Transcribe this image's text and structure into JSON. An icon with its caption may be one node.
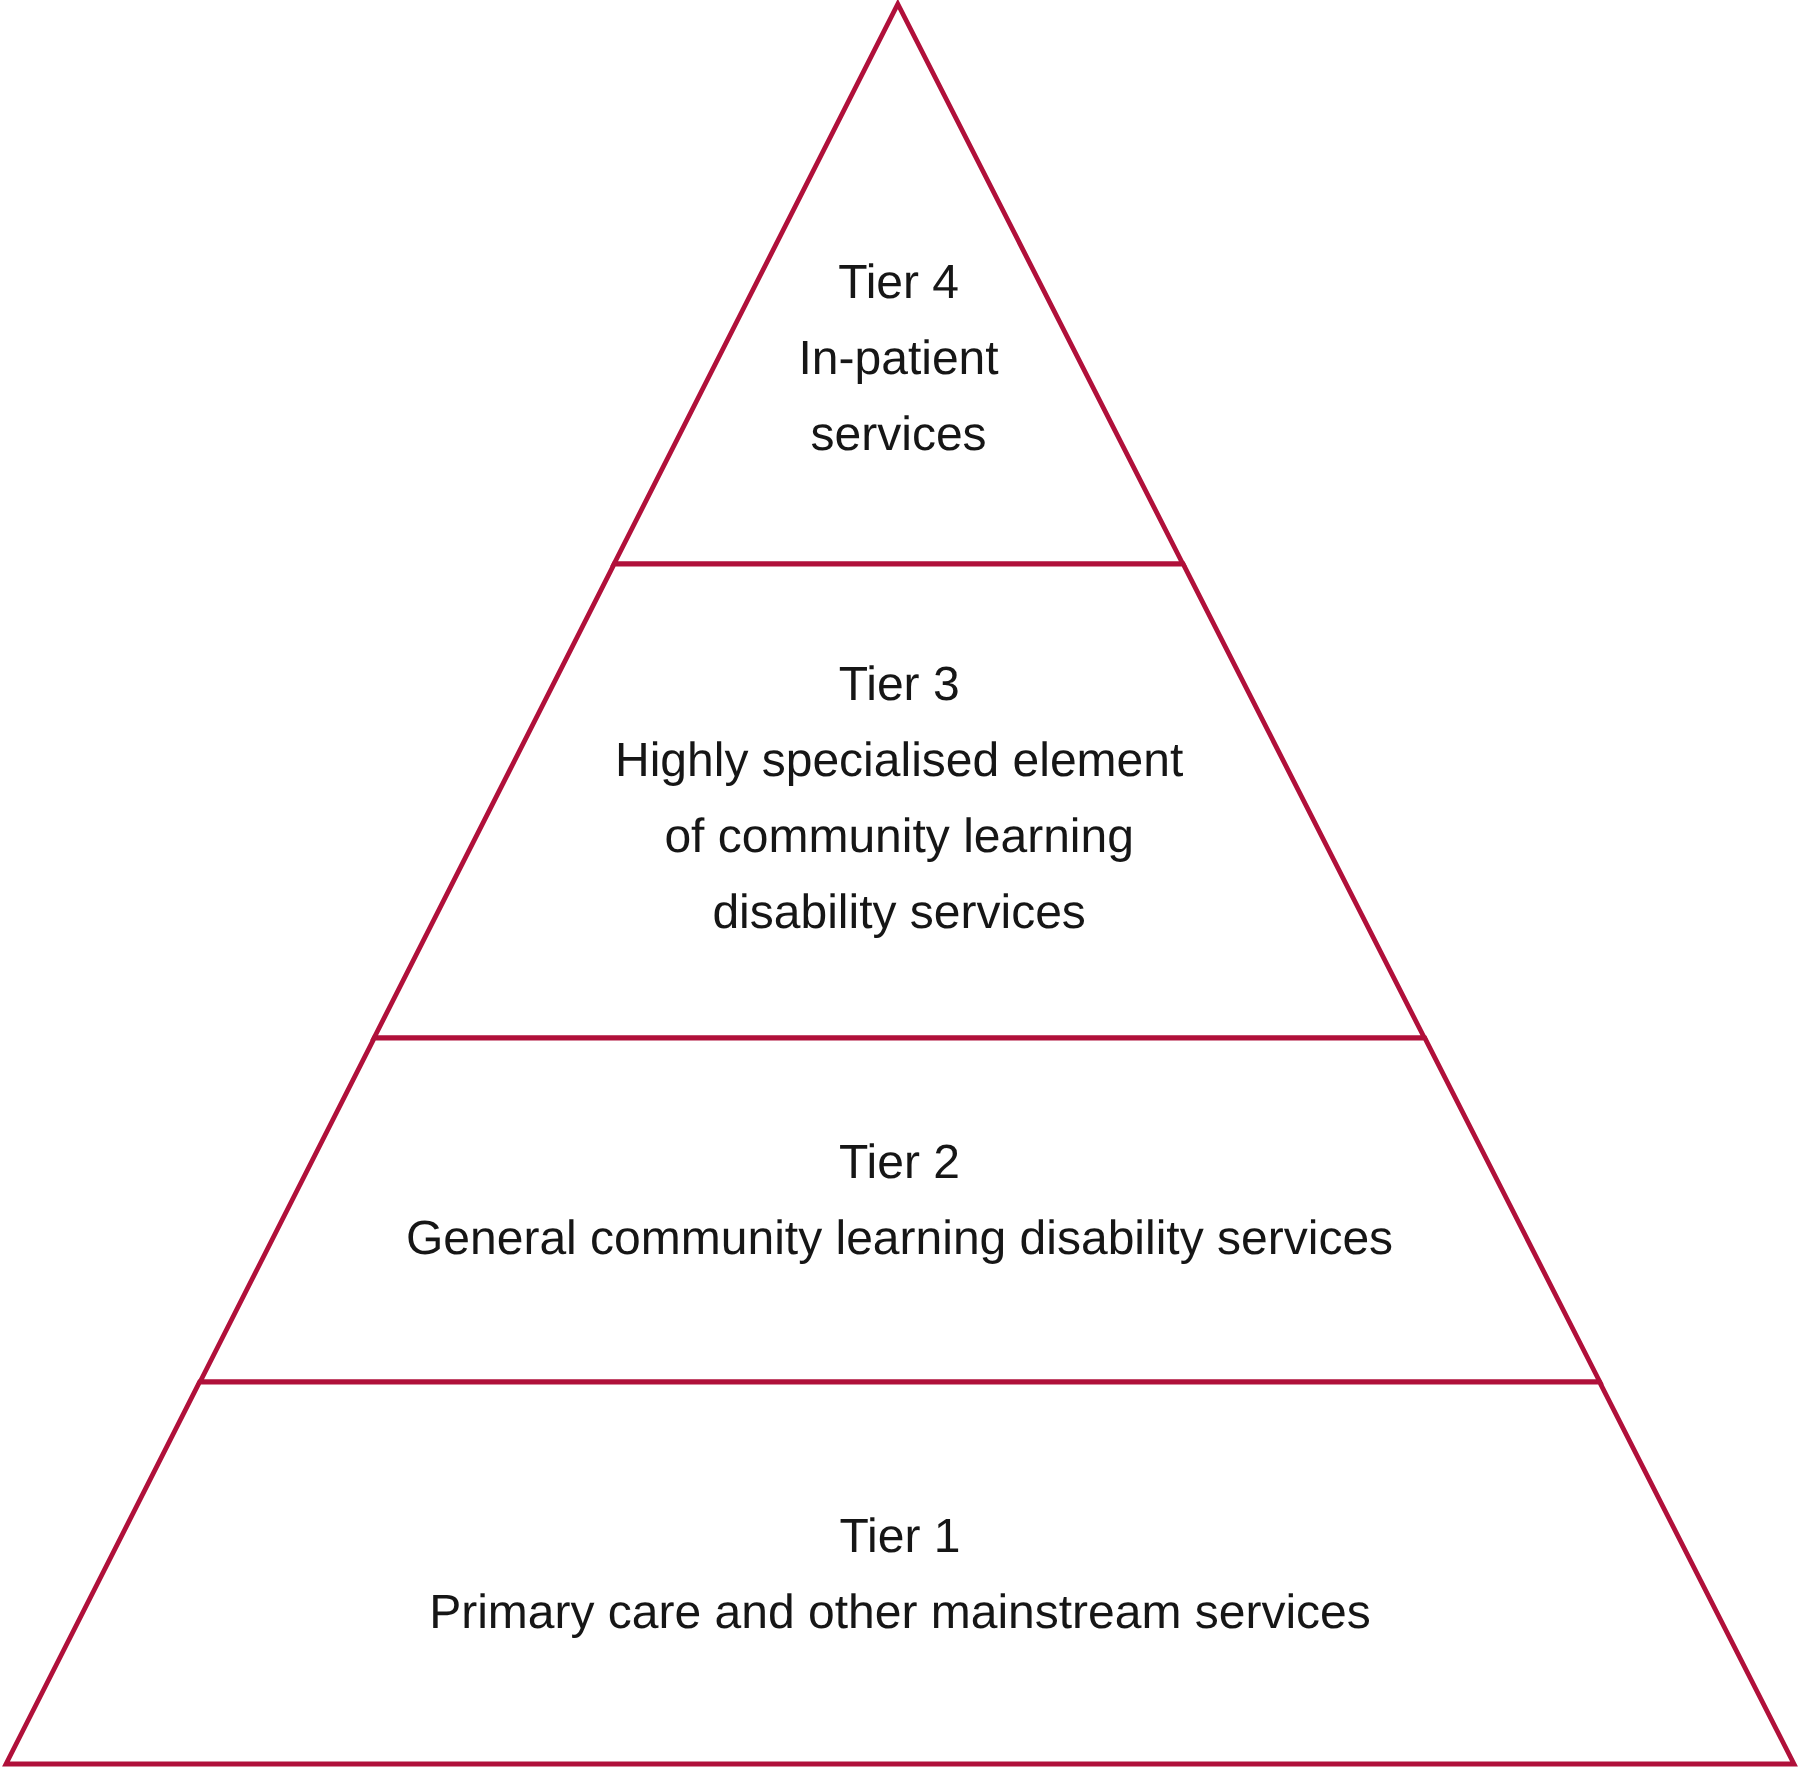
{
  "diagram": {
    "nodes": [
      {
        "text": [
          "Tier 4",
          "In-patient services"
        ]
      },
      {
        "text": [
          "Tier 3",
          "Highly specialised element of community learning disability services"
        ]
      },
      {
        "text": [
          "Tier 2",
          "General community learning disability services"
        ]
      },
      {
        "text": [
          "Tier 1",
          "Primary care and other mainstream services"
        ]
      }
    ]
  }
}
